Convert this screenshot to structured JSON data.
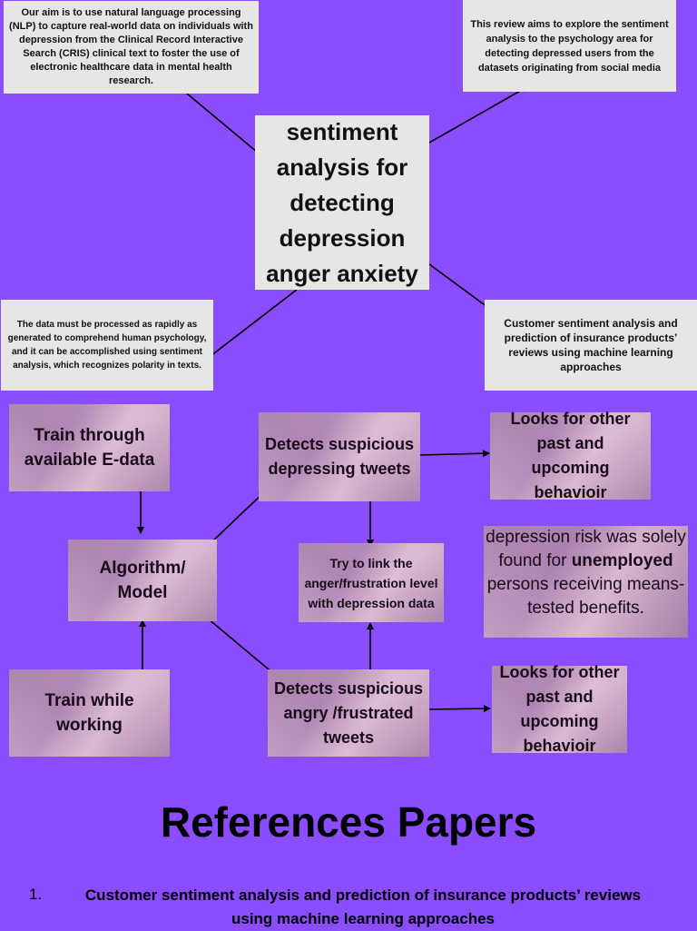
{
  "center_title": "sentiment analysis for detecting depression anger anxiety",
  "notes": {
    "top_left": "Our aim is to use natural language processing (NLP) to capture real-world data on individuals with depression from the Clinical Record Interactive Search (CRIS) clinical text to foster the use of electronic healthcare data in mental health research.",
    "top_right": "This review aims to explore the sentiment analysis to the psychology area for detecting depressed users from the datasets originating from social media",
    "bottom_left": "The data must be processed as rapidly as generated to comprehend human psychology, and it can be accomplished using sentiment analysis, which recognizes polarity in texts.",
    "bottom_right": "Customer sentiment analysis and prediction of insurance products’ reviews using machine learning approaches"
  },
  "flow": {
    "train_data": "Train through available E-data",
    "algorithm": "Algorithm/ Model",
    "train_working": "Train while working",
    "depressing_tweets": "Detects suspicious depressing tweets",
    "angry_tweets": "Detects suspicious angry /frustrated tweets",
    "link_anger": "Try to link the anger/frustration level with depression data",
    "looks_top": "Looks for other past and upcoming behavioir",
    "looks_bottom": "Looks for other past and upcoming behavioir"
  },
  "risk_note": {
    "part1": "depression risk was solely found for ",
    "bold": "unemployed",
    "part2": " persons receiving means-tested benefits."
  },
  "references": {
    "title": "References Papers",
    "items": [
      {
        "num": "1.",
        "text": "Customer sentiment analysis and prediction of insurance products’ reviews using machine learning approaches"
      }
    ]
  },
  "colors": {
    "background": "#8a4dff",
    "note": "#e6e6e6",
    "tile": "#c9a7c5"
  }
}
